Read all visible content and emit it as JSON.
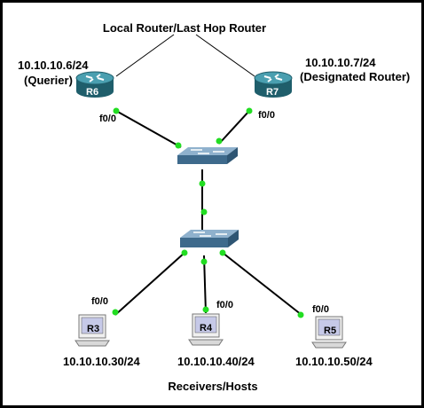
{
  "title": "Local Router/Last Hop Router",
  "footer": "Receivers/Hosts",
  "routers": [
    {
      "name": "R6",
      "ip": "10.10.10.6/24",
      "role": "(Querier)",
      "iface": "f0/0"
    },
    {
      "name": "R7",
      "ip": "10.10.10.7/24",
      "role": "(Designated Router)",
      "iface": "f0/0"
    }
  ],
  "hosts": [
    {
      "name": "R3",
      "ip": "10.10.10.30/24",
      "iface": "f0/0"
    },
    {
      "name": "R4",
      "ip": "10.10.10.40/24",
      "iface": "f0/0"
    },
    {
      "name": "R5",
      "ip": "10.10.10.50/24",
      "iface": "f0/0"
    }
  ],
  "colors": {
    "router": "#2f7f8e",
    "switch": "#5d87a8",
    "link": "#000000",
    "link_dot": "#22dd22",
    "host_screen": "#c6c9e8",
    "host_body": "#d9d9d9"
  }
}
